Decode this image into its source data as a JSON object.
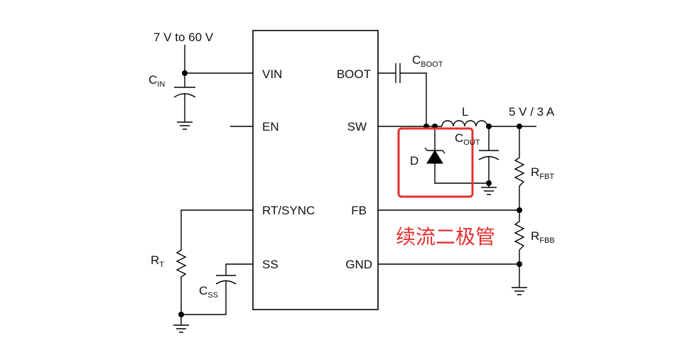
{
  "input": {
    "voltage_label": "7 V to 60 V"
  },
  "output": {
    "voltage_label": "5 V / 3 A"
  },
  "ic_pins": {
    "vin": "VIN",
    "en": "EN",
    "rt_sync": "RT/SYNC",
    "ss": "SS",
    "boot": "BOOT",
    "sw": "SW",
    "fb": "FB",
    "gnd": "GND"
  },
  "components": {
    "c_in": {
      "main": "C",
      "sub": "IN"
    },
    "c_boot": {
      "main": "C",
      "sub": "BOOT"
    },
    "inductor": {
      "main": "L"
    },
    "c_out": {
      "main": "C",
      "sub": "OUT"
    },
    "diode": {
      "main": "D"
    },
    "r_fbt": {
      "main": "R",
      "sub": "FBT"
    },
    "r_fbb": {
      "main": "R",
      "sub": "FBB"
    },
    "r_t": {
      "main": "R",
      "sub": "T"
    },
    "c_ss": {
      "main": "C",
      "sub": "SS"
    }
  },
  "annotation": {
    "text": "续流二极管",
    "color": "#e3312f"
  }
}
